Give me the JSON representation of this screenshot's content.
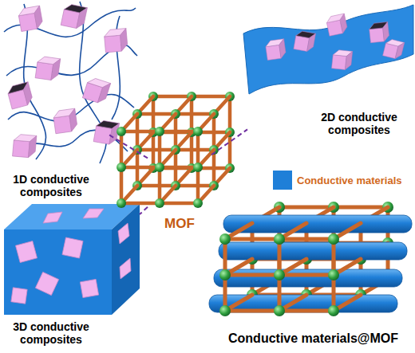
{
  "diagram": {
    "nodes": [
      {
        "text": [
          "1D conductive composites"
        ]
      },
      {
        "text": [
          "2D conductive composites"
        ]
      },
      {
        "text": [
          "MOF"
        ]
      },
      {
        "text": [
          "3D conductive composites"
        ]
      },
      {
        "text": [
          "Conductive materials@MOF"
        ]
      }
    ],
    "edges": [
      {
        "from": 2,
        "to": 0,
        "arrow": "none"
      },
      {
        "from": 2,
        "to": 1,
        "arrow": "none"
      },
      {
        "from": 2,
        "to": 3,
        "arrow": "none"
      }
    ],
    "legend": [
      {
        "text": "Conductive materials",
        "color": "#1f7fd8"
      }
    ]
  }
}
